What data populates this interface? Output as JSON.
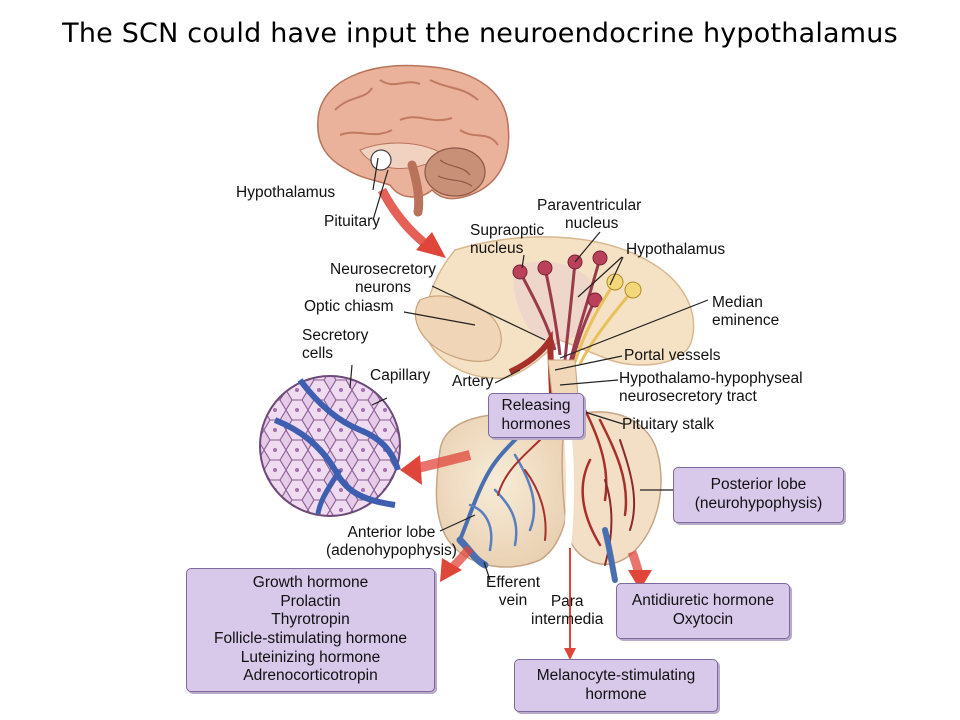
{
  "title": "The SCN could have input the neuroendocrine hypothalamus",
  "labels": {
    "hypothalamus_top": "Hypothalamus",
    "pituitary": "Pituitary",
    "paraventricular": [
      "Paraventricular",
      "nucleus"
    ],
    "supraoptic": [
      "Supraoptic",
      "nucleus"
    ],
    "hypothalamus_right": "Hypothalamus",
    "neurosecretory": [
      "Neurosecretory",
      "neurons"
    ],
    "optic_chiasm": "Optic chiasm",
    "median_eminence": [
      "Median",
      "eminence"
    ],
    "secretory_cells": [
      "Secretory",
      "cells"
    ],
    "capillary": "Capillary",
    "artery": "Artery",
    "portal_vessels": "Portal vessels",
    "hh_tract": [
      "Hypothalamo-hypophyseal",
      "neurosecretory tract"
    ],
    "pituitary_stalk": "Pituitary stalk",
    "anterior_lobe": [
      "Anterior lobe",
      "(adenohypophysis)"
    ],
    "efferent_vein": [
      "Efferent",
      "vein"
    ],
    "para_intermedia": [
      "Para",
      "intermedia"
    ]
  },
  "boxes": {
    "releasing": [
      "Releasing",
      "hormones"
    ],
    "posterior": [
      "Posterior lobe",
      "(neurohypophysis)"
    ],
    "anterior_hormones": [
      "Growth hormone",
      "Prolactin",
      "Thyrotropin",
      "Follicle-stimulating hormone",
      "Luteinizing hormone",
      "Adrenocorticotropin"
    ],
    "posterior_hormones": [
      "Antidiuretic hormone",
      "Oxytocin"
    ],
    "msh": [
      "Melanocyte-stimulating",
      "hormone"
    ]
  },
  "colors": {
    "box_fill": "#d8c8ea",
    "box_border": "#7e6a9c",
    "brain": "#e8b49a",
    "artery": "#a8302a",
    "vein": "#4a6fb0",
    "gland": "#f4e4cc",
    "arrow": "#e0453a"
  }
}
